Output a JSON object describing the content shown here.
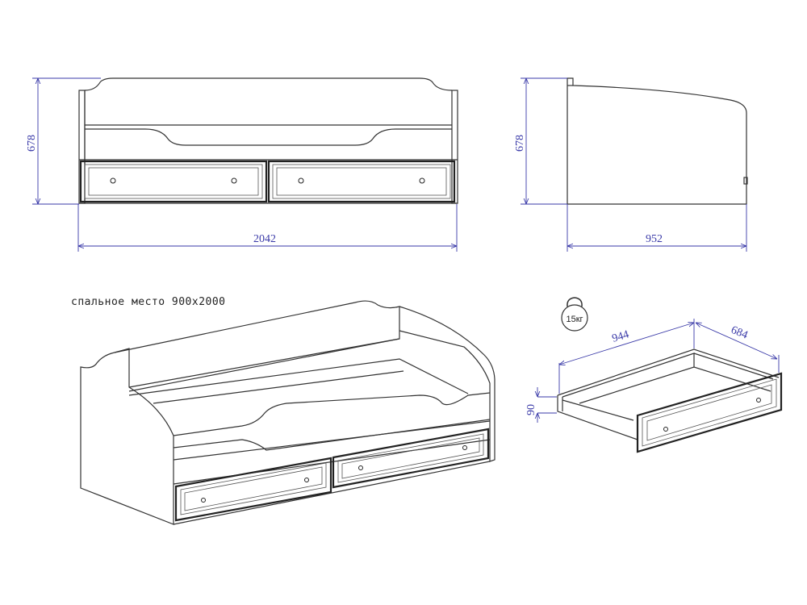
{
  "front_view": {
    "height_label": "678",
    "width_label": "2042"
  },
  "side_view": {
    "height_label": "678",
    "depth_label": "952"
  },
  "iso_view": {
    "caption": "спальное место 900x2000"
  },
  "drawer_view": {
    "weight_badge": "15кг",
    "length_label": "944",
    "depth_label": "684",
    "height_label": "90"
  },
  "colors": {
    "dimension": "#3a3aa8",
    "line": "#333333"
  }
}
